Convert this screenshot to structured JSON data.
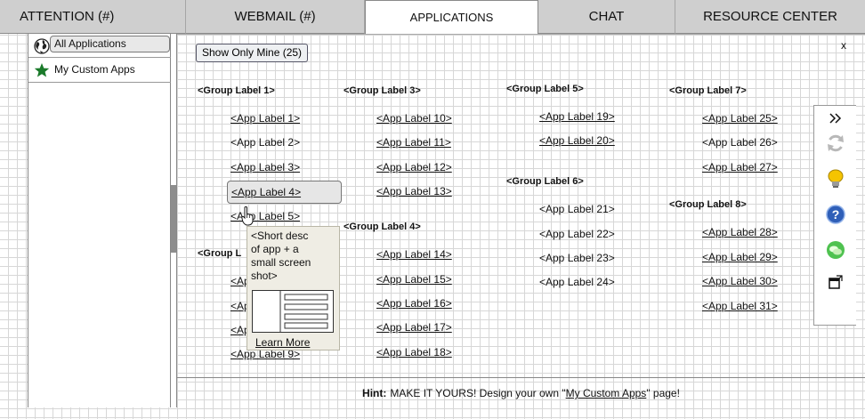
{
  "tabs": [
    {
      "label": "ATTENTION (#)"
    },
    {
      "label": "WEBMAIL (#)"
    },
    {
      "label": "APPLICATIONS"
    },
    {
      "label": "CHAT"
    },
    {
      "label": "RESOURCE CENTER"
    }
  ],
  "sidebar": {
    "items": [
      {
        "label": "All Applications",
        "icon": "globe-icon"
      },
      {
        "label": "My Custom Apps",
        "icon": "star-icon"
      }
    ]
  },
  "main": {
    "close_label": "x",
    "show_mine_label": "Show Only Mine (25)",
    "groups": {
      "g1": "<Group Label 1>",
      "g2": "<Group L",
      "g3": "<Group Label 3>",
      "g4": "<Group Label 4>",
      "g5": "<Group Label 5>",
      "g6": "<Group Label 6>",
      "g7": "<Group Label 7>",
      "g8": "<Group Label 8>"
    },
    "apps": {
      "a1": "<App Label 1>",
      "a2": "<App Label 2>",
      "a3": "<App Label 3>",
      "a4": "<App Label 4>",
      "a5": "<App Label 5>",
      "a6": "<Ap",
      "a7": "<Ap",
      "a8": "<Ap",
      "a9": "<App Label 9>",
      "a10": "<App Label 10>",
      "a11": "<App Label 11>",
      "a12": "<App Label 12>",
      "a13": "<App Label 13>",
      "a14": "<App Label 14>",
      "a15": "<App Label 15>",
      "a16": "<App Label 16>",
      "a17": "<App Label 17>",
      "a18": "<App Label 18>",
      "a19": "<App Label 19>",
      "a20": "<App Label 20>",
      "a21": "<App Label 21>",
      "a22": "<App Label 22>",
      "a23": "<App Label 23>",
      "a24": "<App Label 24>",
      "a25": "<App Label 25>",
      "a26": "<App Label 26>",
      "a27": "<App Label 27>",
      "a28": "<App Label 28>",
      "a29": "<App Label 29>",
      "a30": "<App Label 30>",
      "a31": "<App Label 31>"
    },
    "tooltip": {
      "line1": "<Short desc",
      "line2": "of app + a",
      "line3": "small screen",
      "line4": "shot>",
      "learn_more": "Learn More"
    },
    "hint": {
      "bold": "Hint:",
      "text_before": "MAKE IT YOURS! Design your own \"",
      "link": "My Custom Apps",
      "text_after": "\" page!"
    }
  },
  "toolbar": {
    "icons": [
      "expand-icon",
      "refresh-icon",
      "lightbulb-icon",
      "help-icon",
      "chat-icon",
      "popout-icon"
    ]
  },
  "colors": {
    "active_tab": "#ffffff",
    "inactive_tab": "#cfcfcf",
    "grid": "#d7d7d7"
  }
}
